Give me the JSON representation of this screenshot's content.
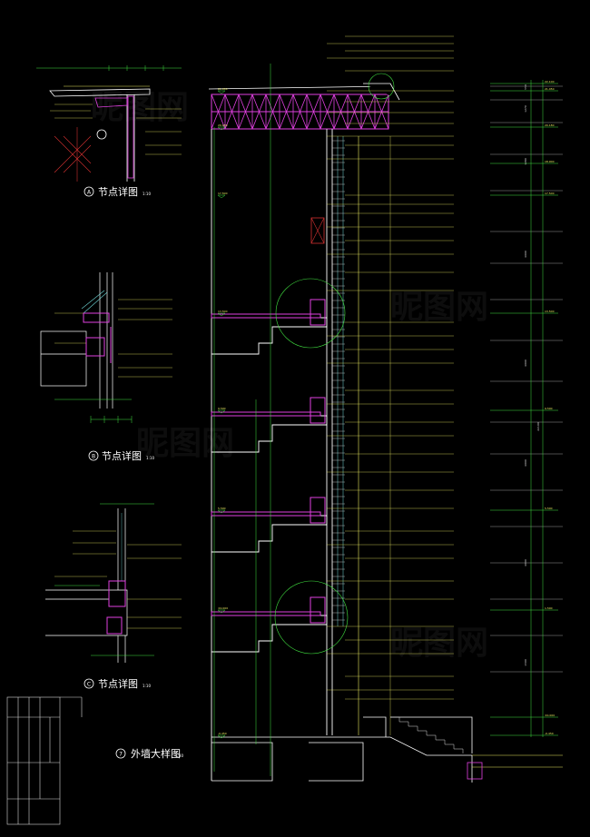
{
  "sheet": {
    "background": "#000000",
    "colors": {
      "section_line": "#ffffff",
      "structure": "#e040e0",
      "dimension": "#40e040",
      "annotation": "#e8e860",
      "glass": "#70d8d8",
      "hatch": "#d03030"
    }
  },
  "details": [
    {
      "marker": "A",
      "title": "节点详图",
      "scale": "1:10"
    },
    {
      "marker": "B",
      "title": "节点详图",
      "scale": "1:10"
    },
    {
      "marker": "C",
      "title": "节点详图",
      "scale": "1:10"
    }
  ],
  "main_drawing": {
    "marker": "7",
    "title": "外墙大样图",
    "scale": "1:30"
  },
  "watermark": {
    "text": "昵图网"
  },
  "elevations_left": [
    "21.450",
    "20.180",
    "17.500",
    "13.500",
    "9.500",
    "5.500",
    "±0.000",
    "-0.450"
  ],
  "elevations_right": [
    "22.100",
    "21.450",
    "20.180",
    "18.900",
    "17.500",
    "13.500",
    "9.500",
    "5.500",
    "1.500",
    "±0.000",
    "-0.450"
  ],
  "dimensions_right": [
    "550",
    "1270",
    "1280",
    "4000",
    "4000",
    "4000",
    "4000",
    "1500",
    "22100"
  ]
}
